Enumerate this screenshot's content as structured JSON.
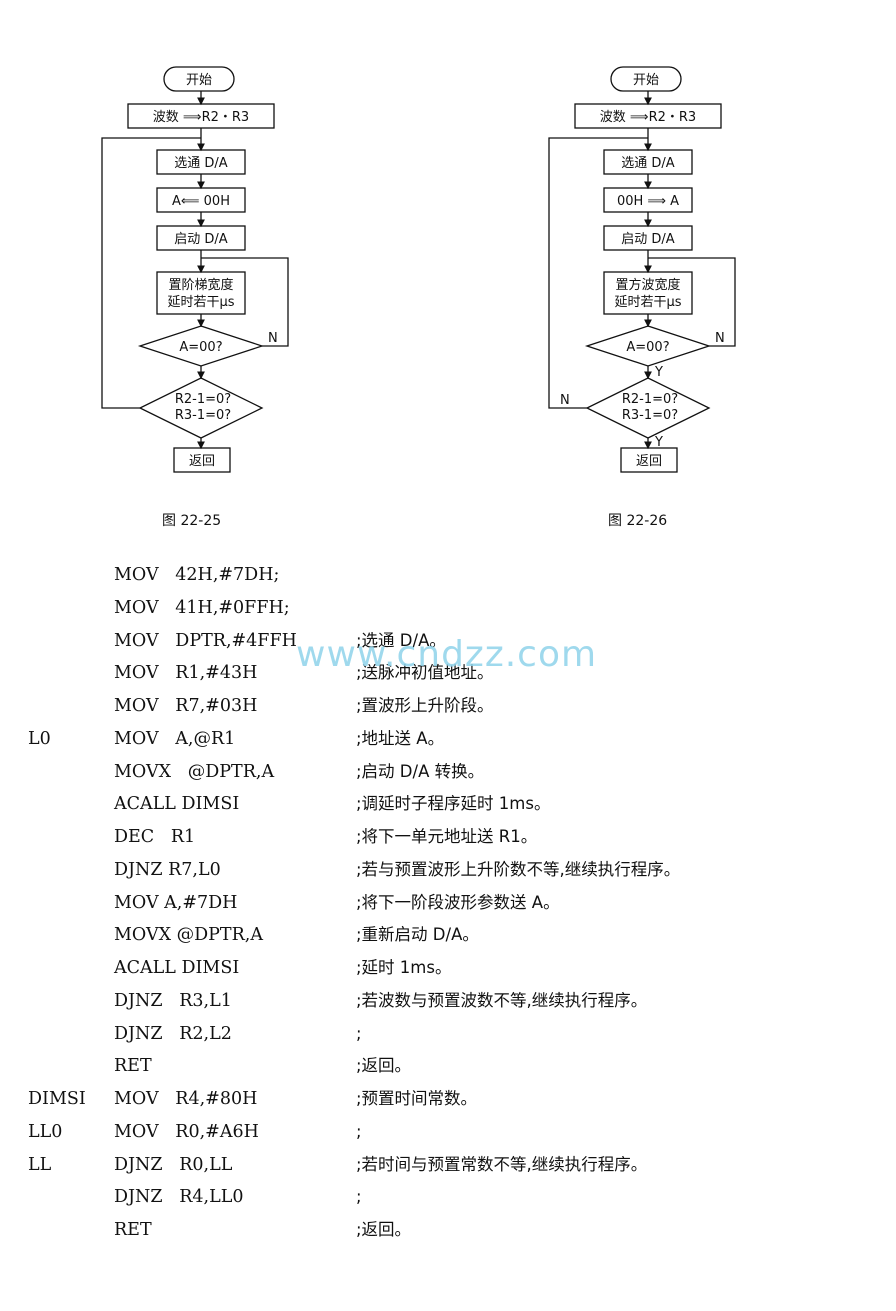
{
  "flowchart1": {
    "start": "开始",
    "box1": "波数 ⟹R2・R3",
    "box2": "选通 D/A",
    "box3": "A⟸ 00H",
    "box4": "启动 D/A",
    "box5_line1": "置阶梯宽度",
    "box5_line2": "延时若干μs",
    "diamond1": "A=00?",
    "diamond2_line1": "R2-1=0?",
    "diamond2_line2": "R3-1=0?",
    "n_label": "N",
    "end": "返回",
    "caption": "图 22-25"
  },
  "flowchart2": {
    "start": "开始",
    "box1": "波数 ⟹R2・R3",
    "box2": "选通 D/A",
    "box3": "00H ⟹ A",
    "box4": "启动 D/A",
    "box5_line1": "置方波宽度",
    "box5_line2": "延时若干μs",
    "diamond1": "A=00?",
    "diamond2_line1": "R2-1=0?",
    "diamond2_line2": "R3-1=0?",
    "n_label1": "N",
    "n_label2": "N",
    "y_label1": "Y",
    "y_label2": "Y",
    "end": "返回",
    "caption": "图 22-26"
  },
  "watermark": "www.cndzz.com",
  "code": [
    {
      "label": "",
      "instr": "MOV   42H,#7DH;",
      "comment": ""
    },
    {
      "label": "",
      "instr": "MOV   41H,#0FFH;",
      "comment": ""
    },
    {
      "label": "",
      "instr": "MOV   DPTR,#4FFH",
      "comment": ";选通 D/A。"
    },
    {
      "label": "",
      "instr": "MOV   R1,#43H",
      "comment": ";送脉冲初值地址。"
    },
    {
      "label": "",
      "instr": "MOV   R7,#03H",
      "comment": ";置波形上升阶段。"
    },
    {
      "label": "L0",
      "instr": "MOV   A,@R1",
      "comment": ";地址送 A。"
    },
    {
      "label": "",
      "instr": "MOVX   @DPTR,A",
      "comment": ";启动 D/A 转换。"
    },
    {
      "label": "",
      "instr": "ACALL DIMSI",
      "comment": ";调延时子程序延时 1ms。"
    },
    {
      "label": "",
      "instr": "DEC   R1",
      "comment": ";将下一单元地址送 R1。"
    },
    {
      "label": "",
      "instr": "DJNZ R7,L0",
      "comment": ";若与预置波形上升阶数不等,继续执行程序。"
    },
    {
      "label": "",
      "instr": "MOV A,#7DH",
      "comment": ";将下一阶段波形参数送 A。"
    },
    {
      "label": "",
      "instr": "MOVX @DPTR,A",
      "comment": ";重新启动 D/A。"
    },
    {
      "label": "",
      "instr": "ACALL DIMSI",
      "comment": ";延时 1ms。"
    },
    {
      "label": "",
      "instr": "DJNZ   R3,L1",
      "comment": ";若波数与预置波数不等,继续执行程序。"
    },
    {
      "label": "",
      "instr": "DJNZ   R2,L2",
      "comment": ";"
    },
    {
      "label": "",
      "instr": "RET",
      "comment": ";返回。"
    },
    {
      "label": "DIMSI",
      "instr": "MOV   R4,#80H",
      "comment": ";预置时间常数。"
    },
    {
      "label": "LL0",
      "instr": "MOV   R0,#A6H",
      "comment": ";"
    },
    {
      "label": "LL",
      "instr": "DJNZ   R0,LL",
      "comment": ";若时间与预置常数不等,继续执行程序。"
    },
    {
      "label": "",
      "instr": "DJNZ   R4,LL0",
      "comment": ";"
    },
    {
      "label": "",
      "instr": "RET",
      "comment": ";返回。"
    }
  ]
}
